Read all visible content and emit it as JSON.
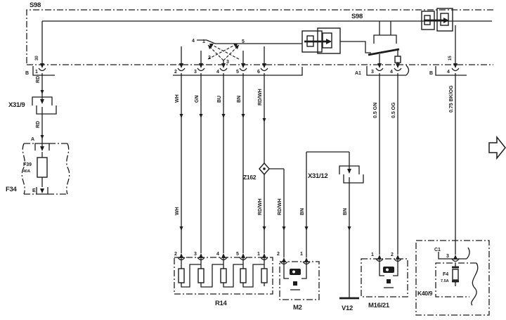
{
  "colors": {
    "ink": "#1c1c1c",
    "paper": "#ffffff"
  },
  "s98": {
    "label_left": "S98",
    "label_mid": "S98"
  },
  "connectors": {
    "b_left": {
      "name": "B",
      "pin": "1",
      "circuit": "30"
    },
    "mid_pins": [
      "2",
      "3",
      "4",
      "5",
      "6"
    ],
    "a1": {
      "name": "A1",
      "pin_3": "3",
      "pin_4": "4"
    },
    "b_right": {
      "name": "B",
      "pin": "4",
      "circuit": "15"
    },
    "x31_9": "X31/9",
    "x31_12": "X31/12"
  },
  "switch": {
    "common": "4",
    "pos_1": "1",
    "pos_2": "2",
    "pos_3": "3",
    "pos_5": "5"
  },
  "fuses": {
    "f34_label": "F34",
    "f34_pin_a": "A",
    "f34_pin_e": "E",
    "f39_label": "F39",
    "f39_rating": "40A",
    "k40_9_label": "K40/9",
    "c1_label": "C1",
    "c1_pin": "3",
    "f4_label": "F4",
    "f4_rating": "7.5A"
  },
  "junction": {
    "z162": "Z162"
  },
  "wires": {
    "rd_upper": "RD",
    "rd_lower": "RD",
    "upper": [
      "WH",
      "GN",
      "BU",
      "BN",
      "RD/WH"
    ],
    "lower": [
      "WH",
      "RD/WH",
      "RD/WH",
      "BN",
      "BN"
    ],
    "right": [
      "0.5 GN",
      "0.5 OG",
      "0.75 BK/OG"
    ]
  },
  "components": {
    "r14": {
      "label": "R14",
      "pins": [
        "2",
        "3",
        "4",
        "5",
        "1"
      ]
    },
    "m2": {
      "label": "M2",
      "pin_2": "2",
      "pin_1": "1"
    },
    "v12": {
      "label": "V12"
    },
    "m16_21": {
      "label": "M16/21",
      "pin_1": "1",
      "pin_2": "2"
    }
  }
}
